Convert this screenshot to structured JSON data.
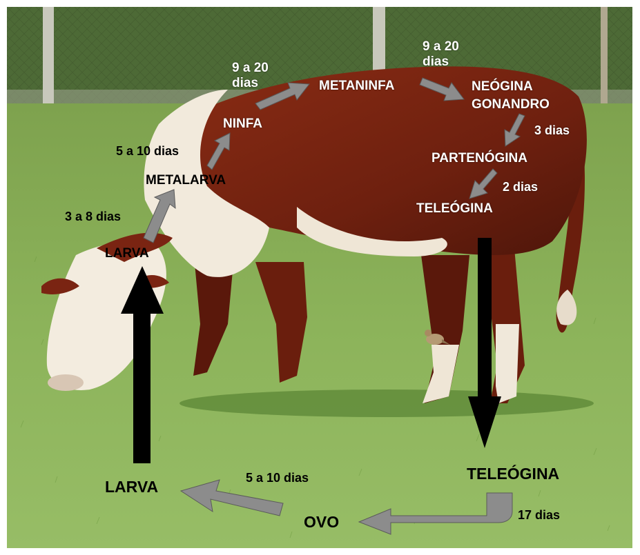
{
  "colors": {
    "sky_green": "#7fa64a",
    "grass_light": "#8fb65c",
    "grass_dark": "#5e8a35",
    "cow_red": "#7a2412",
    "cow_white": "#f4ede0",
    "arrow_gray": "#8c8c8c",
    "arrow_black": "#000000"
  },
  "parasitic_phase": {
    "larva": "LARVA",
    "d_larva_metalarva": "3 a 8 dias",
    "metalarva": "METALARVA",
    "d_metalarva_ninfa": "5 a 10 dias",
    "ninfa": "NINFA",
    "d_ninfa_metaninfa": "9 a 20 dias",
    "metaninfa": "METANINFA",
    "d_metaninfa_neogina": "9 a 20 dias",
    "neogina": "NEÓGINA",
    "gonandro": "GONANDRO",
    "d_neogina_partenogina": "3 dias",
    "partenogina": "PARTENÓGINA",
    "d_partenogina_teleogina": "2 dias",
    "teleogina": "TELEÓGINA"
  },
  "free_phase": {
    "teleogina": "TELEÓGINA",
    "d_teleogina_ovo": "17 dias",
    "ovo": "OVO",
    "d_ovo_larva": "5 a 10 dias",
    "larva": "LARVA"
  },
  "icons": [
    "cow",
    "bird",
    "fence"
  ]
}
